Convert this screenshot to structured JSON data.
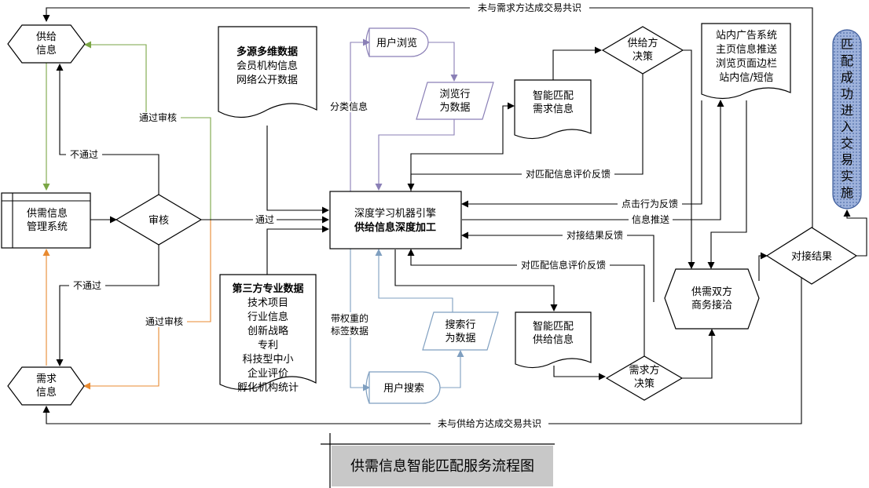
{
  "colors": {
    "black": "#000000",
    "green": "#7aa645",
    "orange": "#e88a30",
    "purple": "#8a7fb6",
    "blue": "#7f9fc0",
    "highlight_fill": "#9fb3dc",
    "highlight_stroke": "#3b5a9a",
    "title_fill": "#c8c8c8"
  },
  "nodes": {
    "supply_info": "供给\n信息",
    "demand_info": "需求\n信息",
    "mgmt_system": "供需信息\n管理系统",
    "audit": "审核",
    "multi_source": [
      "多源多维数据",
      "会员机构信息",
      "网络公开数据"
    ],
    "third_party": [
      "第三方专业数据",
      "技术项目",
      "行业信息",
      "创新战略",
      "专利",
      "科技型中小",
      "企业评价",
      "孵化机构统计"
    ],
    "engine_line1": "深度学习机器引擎",
    "engine_line2": "供给信息深度加工",
    "user_browse": "用户浏览",
    "browse_data": "浏览行\n为数据",
    "user_search": "用户搜索",
    "search_data": "搜索行\n为数据",
    "smart_demand": "智能匹配\n需求信息",
    "smart_supply": "智能匹配\n供给信息",
    "supplier_decision": "供给方\n决策",
    "demander_decision": "需求方\n决策",
    "ad_system": [
      "站内广告系统",
      "主页信息推送",
      "浏览页面边栏",
      "站内信/短信"
    ],
    "negotiation": "供需双方\n商务接洽",
    "docking_result": "对接结果",
    "success": "匹配成功进入交易实施"
  },
  "labels": {
    "no_deal_with_demand": "未与需求方达成交易共识",
    "no_deal_with_supply": "未与供给方达成交易共识",
    "pass_review_top": "通过审核",
    "pass_review_bottom": "通过审核",
    "fail_top": "不通过",
    "fail_bottom": "不通过",
    "pass": "通过",
    "classify_info": "分类信息",
    "weighted_tags": "带权重的\n标签数据",
    "feedback_top": "对匹配信息评价反馈",
    "click_feedback": "点击行为反馈",
    "info_push": "信息推送",
    "docking_feedback": "对接结果反馈",
    "feedback_bottom": "对匹配信息评价反馈"
  },
  "title": "供需信息智能匹配服务流程图"
}
